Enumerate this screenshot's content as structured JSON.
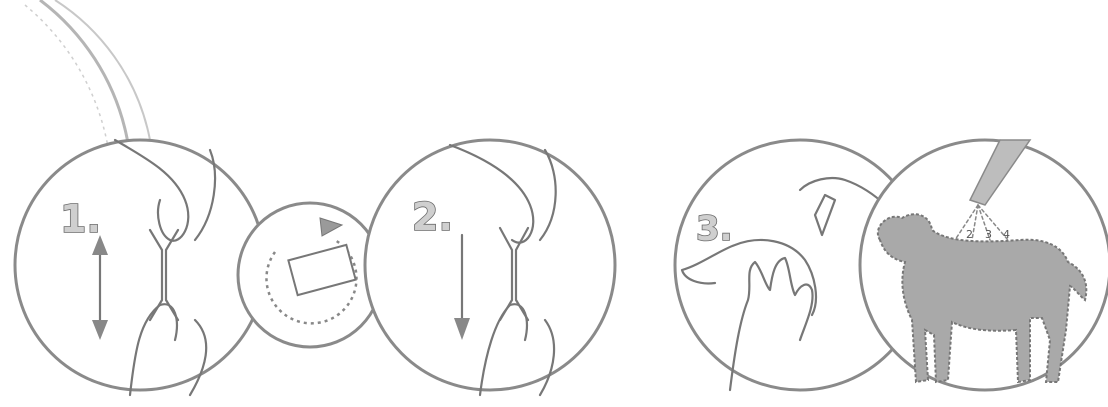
{
  "steps": [
    {
      "number": "1."
    },
    {
      "number": "2."
    },
    {
      "number": "3."
    }
  ],
  "dog_spot_labels": [
    "2",
    "3",
    "4"
  ],
  "colors": {
    "line": "#777777",
    "shade": "#bdbdbd",
    "dog": "#a9a9a9"
  }
}
